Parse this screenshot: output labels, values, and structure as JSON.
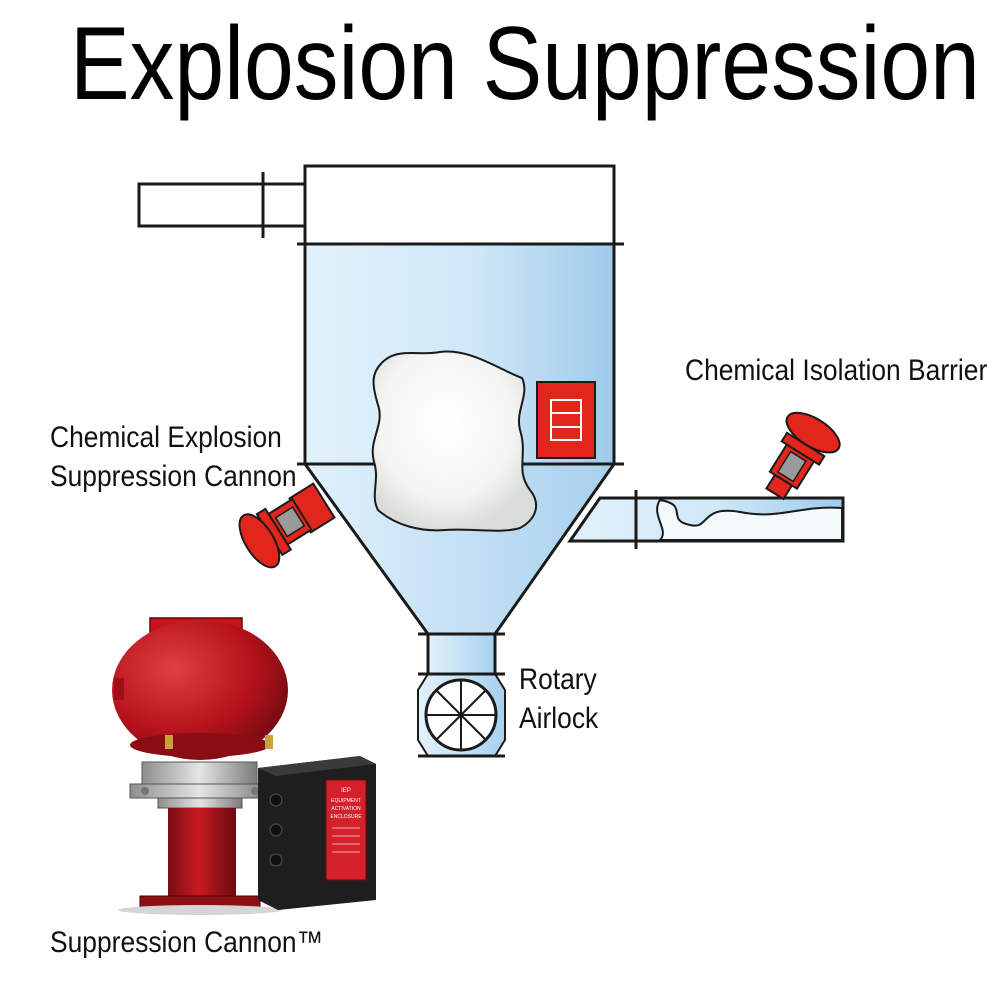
{
  "title": "Explosion Suppression",
  "labels": {
    "isolation_barrier": "Chemical Isolation Barrier",
    "suppression_cannon_line1": "Chemical Explosion",
    "suppression_cannon_line2": "Suppression Cannon",
    "rotary_line1": "Rotary",
    "rotary_line2": "Airlock",
    "product_caption": "Suppression Cannon™"
  },
  "enclosure_text": {
    "line1": "IEP",
    "line2": "EQUIPMENT",
    "line3": "ACTIVATION",
    "line4": "ENCLOSURE"
  },
  "colors": {
    "vessel_fill": "#cfe7f7",
    "vessel_fill_dark": "#9fcbeb",
    "equipment_red": "#e3261c",
    "product_red": "#b5121b",
    "outline": "#1a1a1a"
  }
}
